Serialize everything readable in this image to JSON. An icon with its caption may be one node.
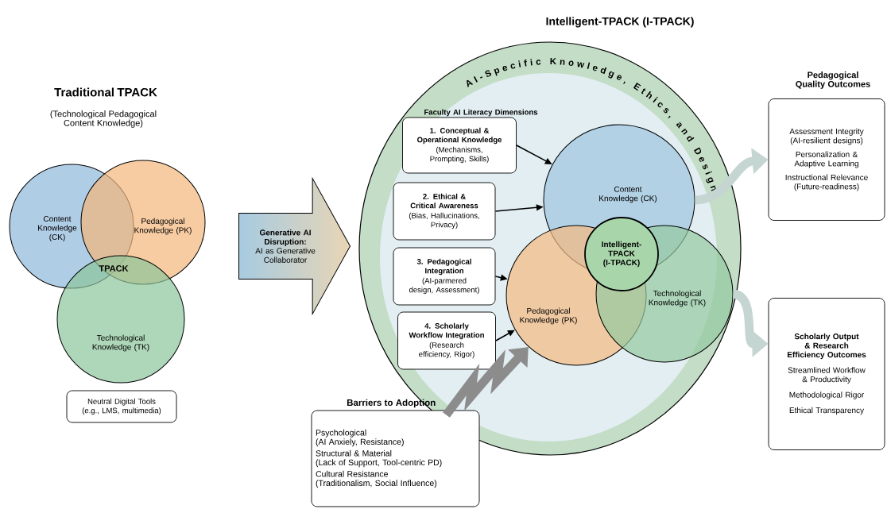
{
  "diagram": {
    "nodes": [
      {
        "text": [
          "Content Knowledge (CK)"
        ]
      },
      {
        "text": [
          "Pedagogical Knowledge (PK)"
        ]
      },
      {
        "text": [
          "Technological Knowledge (TK)"
        ]
      },
      {
        "text": [
          "Neutral Digital Tools (e.g., LMS, multimedia)"
        ]
      },
      {
        "text": [
          "Generative AI Disruption:",
          "AI as Generative Collaborator"
        ]
      },
      {
        "text": [
          "Intelligent-TPACK (I-TPACK)",
          "AI-Specific Knowledge, Ethics, and Design"
        ]
      },
      {
        "text": [
          "1. Conceptual & Operational Knowledge",
          "(Mechanisms, Prompting, Skills)"
        ],
        "in": 5
      },
      {
        "text": [
          "2. Ethical & Critical Awareness",
          "(Bias, Hallucinations, Privacy)"
        ],
        "in": 5
      },
      {
        "text": [
          "3. Pedagogical Integration",
          "(AI-parmered design, Assessment)"
        ],
        "in": 5
      },
      {
        "text": [
          "4. Scholarly Workflow Integration",
          "(Research efficiency, Rigor)"
        ],
        "in": 5
      },
      {
        "text": [
          "Content Knowledge (CK)"
        ],
        "in": 5
      },
      {
        "text": [
          "Pedagogical Knowledge (PK)"
        ],
        "in": 5
      },
      {
        "text": [
          "Technological Knowledge (TK)"
        ],
        "in": 5
      },
      {
        "text": [
          "Intelligent-TPACK (I-TPACK)"
        ],
        "in": 5
      },
      {
        "text": [
          "Barriers to Adoption",
          "Psychological",
          "(AI Anxiely, Resistance)",
          "Structural & Material",
          "(Lack of Support, Tool-centric PD)",
          "Cultural Resistance",
          "(Traditionalism, Social Influence)"
        ]
      },
      {
        "text": [
          "Pedagogical Quality Outcomes",
          "Assessment Integrity",
          "(AI-resilient designs)",
          "Personalization & Adaptive Learning",
          "Instructional Relevance",
          "(Future-readiness)"
        ]
      },
      {
        "text": [
          "Scholarly Output & Research Efficiency Outcomes",
          "Streamlined Workflow & Productivity",
          "Methodological Rigor",
          "Ethical Transparency"
        ]
      }
    ],
    "edges": [
      {
        "from": 6,
        "to": 10,
        "arrow": "to"
      },
      {
        "from": 7,
        "to": 10,
        "arrow": "to"
      },
      {
        "from": 8,
        "to": 11,
        "arrow": "to"
      },
      {
        "from": 9,
        "to": 11,
        "arrow": "to"
      },
      {
        "from": 14,
        "to": 11,
        "arrow": "to",
        "style": "thick",
        "color": "#8c8c8c"
      },
      {
        "from": 10,
        "to": 15,
        "arrow": "to",
        "style": "thick",
        "color": "#c5d5d2"
      },
      {
        "from": 12,
        "to": 16,
        "arrow": "to",
        "style": "thick",
        "color": "#c5d5d2"
      }
    ],
    "labels": [
      "Traditional TPACK",
      "(Technological Pedagogical Content Knowledge)",
      "TPACK",
      "Faculty AI Literacy Dimensions"
    ]
  }
}
